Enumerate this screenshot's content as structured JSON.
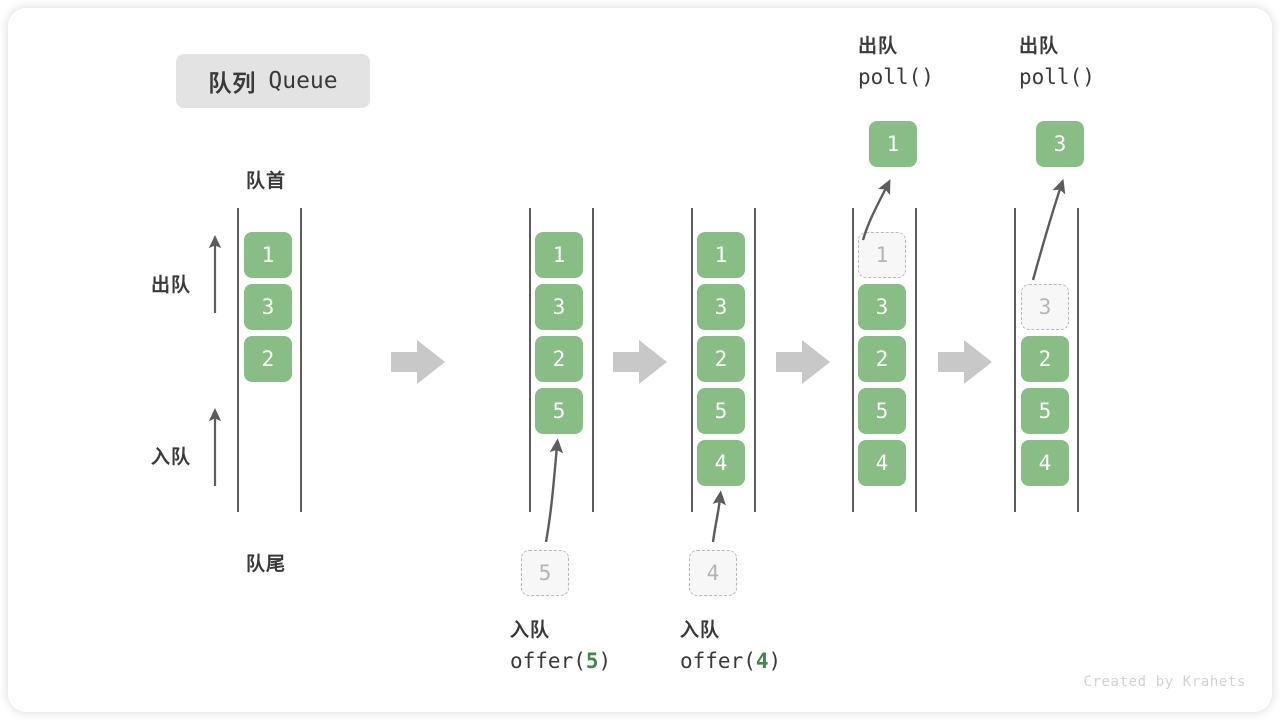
{
  "title": {
    "cn": "队列",
    "en": "Queue"
  },
  "labels": {
    "head": "队首",
    "tail": "队尾",
    "dequeue": "出队",
    "enqueue": "入队"
  },
  "watermark": "Created by Krahets",
  "colors": {
    "element_fill": "#88bd85",
    "element_text": "#ffffff",
    "ghost_fill": "#f7f7f7",
    "ghost_border": "#b9b9b9",
    "ghost_text": "#b4b4b4",
    "rail": "#5c5c5c",
    "arrow_gray": "#c8c8c8",
    "accent_green": "#3d8a45",
    "text_dark": "#3a3a3a",
    "badge_bg": "#e3e3e3",
    "watermark": "#d2d2d2"
  },
  "stages": [
    {
      "id": "stage-initial",
      "cells": [
        {
          "value": "1",
          "state": "filled"
        },
        {
          "value": "3",
          "state": "filled"
        },
        {
          "value": "2",
          "state": "filled"
        }
      ],
      "side_arrows": [
        {
          "name": "dequeue-arrow",
          "label": "出队"
        },
        {
          "name": "enqueue-arrow",
          "label": "入队"
        }
      ],
      "head_label": "队首",
      "tail_label": "队尾"
    },
    {
      "id": "stage-offer-5",
      "cells": [
        {
          "value": "1",
          "state": "filled"
        },
        {
          "value": "3",
          "state": "filled"
        },
        {
          "value": "2",
          "state": "filled"
        },
        {
          "value": "5",
          "state": "filled"
        }
      ],
      "incoming": {
        "value": "5",
        "state": "ghost"
      },
      "op": {
        "cn": "入队",
        "fn": "offer",
        "arg": "5"
      }
    },
    {
      "id": "stage-offer-4",
      "cells": [
        {
          "value": "1",
          "state": "filled"
        },
        {
          "value": "3",
          "state": "filled"
        },
        {
          "value": "2",
          "state": "filled"
        },
        {
          "value": "5",
          "state": "filled"
        },
        {
          "value": "4",
          "state": "filled"
        }
      ],
      "incoming": {
        "value": "4",
        "state": "ghost"
      },
      "op": {
        "cn": "入队",
        "fn": "offer",
        "arg": "4"
      }
    },
    {
      "id": "stage-poll-1",
      "cells": [
        {
          "value": "1",
          "state": "ghost"
        },
        {
          "value": "3",
          "state": "filled"
        },
        {
          "value": "2",
          "state": "filled"
        },
        {
          "value": "5",
          "state": "filled"
        },
        {
          "value": "4",
          "state": "filled"
        }
      ],
      "outgoing": {
        "value": "1",
        "state": "filled"
      },
      "op": {
        "cn": "出队",
        "fn": "poll",
        "arg": ""
      }
    },
    {
      "id": "stage-poll-3",
      "cells": [
        {
          "value": "",
          "state": "empty"
        },
        {
          "value": "3",
          "state": "ghost"
        },
        {
          "value": "2",
          "state": "filled"
        },
        {
          "value": "5",
          "state": "filled"
        },
        {
          "value": "4",
          "state": "filled"
        }
      ],
      "outgoing": {
        "value": "3",
        "state": "filled"
      },
      "op": {
        "cn": "出队",
        "fn": "poll",
        "arg": ""
      }
    }
  ],
  "step_arrows": [
    "step-arrow-1",
    "step-arrow-2",
    "step-arrow-3",
    "step-arrow-4"
  ]
}
